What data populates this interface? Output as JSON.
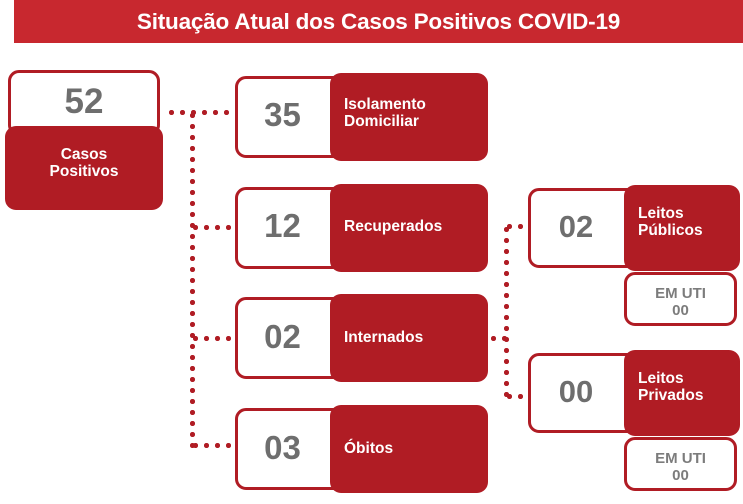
{
  "header": {
    "title": "Situação Atual dos Casos Positivos COVID-19",
    "banner_color": "#C8282F"
  },
  "colors": {
    "banner_red": "#C8282F",
    "card_red": "#B01C24",
    "number_gray": "#6E6E6E",
    "uti_gray": "#7C7C7C",
    "white": "#FFFFFF"
  },
  "total_card": {
    "value": "52",
    "label": "Casos\nPositivos"
  },
  "breakdown": [
    {
      "value": "35",
      "label": "Isolamento\nDomiciliar"
    },
    {
      "value": "12",
      "label": "Recuperados"
    },
    {
      "value": "02",
      "label": "Internados"
    },
    {
      "value": "03",
      "label": "Óbitos"
    }
  ],
  "beds": [
    {
      "value": "02",
      "label": "Leitos\nPúblicos",
      "icu_label": "EM UTI",
      "icu_value": "00",
      "icu_text": "EM UTI\n00"
    },
    {
      "value": "00",
      "label": "Leitos\nPrivados",
      "icu_label": "EM UTI",
      "icu_value": "00",
      "icu_text": "EM UTI\n00"
    }
  ],
  "connectors": {
    "style": "dotted",
    "color": "#B01C24"
  }
}
